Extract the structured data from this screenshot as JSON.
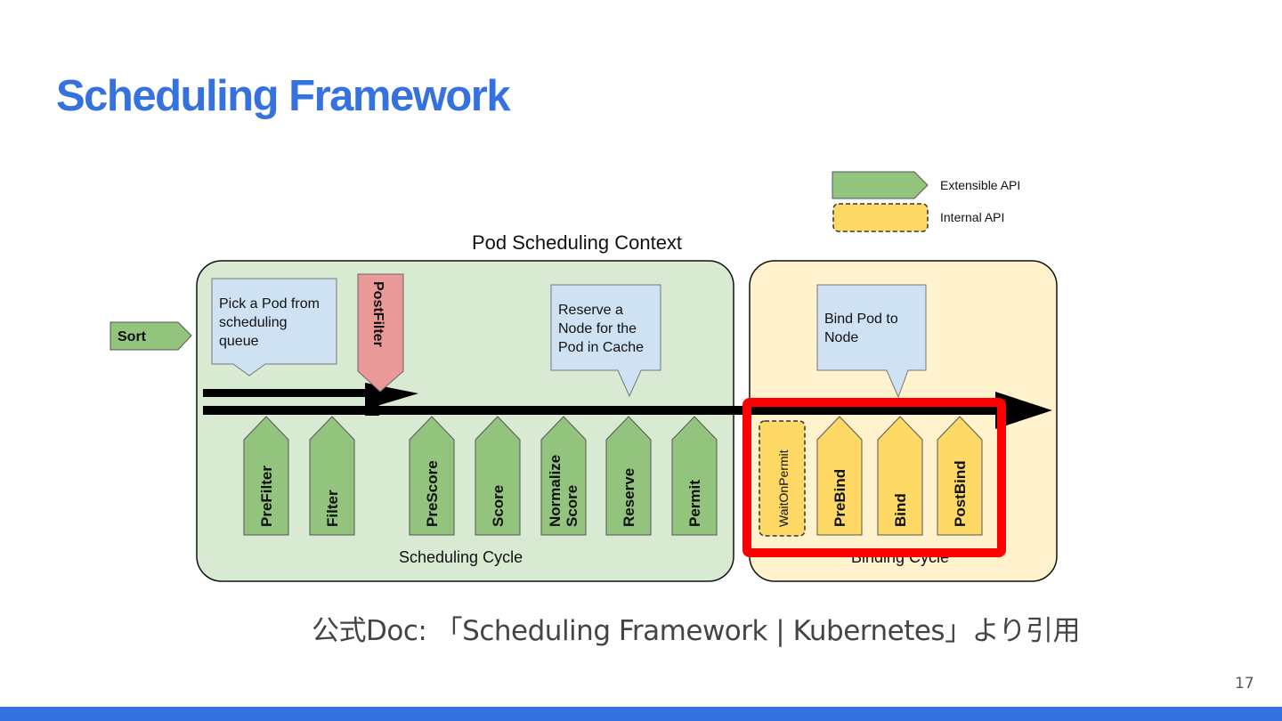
{
  "slide": {
    "title": "Scheduling Framework",
    "caption": "公式Doc: 「Scheduling Framework | Kubernetes」より引用",
    "page_number": "17",
    "accent_color": "#3572e0"
  },
  "diagram": {
    "context_title": "Pod Scheduling Context",
    "legend": {
      "extensible": "Extensible API",
      "internal": "Internal API"
    },
    "sort_label": "Sort",
    "scheduling_cycle": {
      "label": "Scheduling Cycle",
      "callout_pick": [
        "Pick a Pod from",
        "scheduling",
        "queue"
      ],
      "callout_reserve": [
        "Reserve a",
        "Node for the",
        "Pod in Cache"
      ],
      "post_filter": "PostFilter",
      "plugins": [
        "PreFilter",
        "Filter",
        "PreScore",
        "Score",
        "Normalize",
        "Score",
        "Reserve",
        "Permit"
      ]
    },
    "binding_cycle": {
      "label": "Binding Cycle",
      "callout_bind": [
        "Bind Pod to",
        "Node"
      ],
      "wait_on_permit": "WaitOnPermit",
      "plugins": [
        "PreBind",
        "Bind",
        "PostBind"
      ]
    },
    "colors": {
      "extensible_fill": "#93c47d",
      "internal_fill": "#ffd966",
      "scheduling_bg": "#d9ead3",
      "binding_bg": "#fff2cc",
      "callout_fill": "#cfe2f3",
      "postfilter_fill": "#ea9999",
      "highlight": "#ff0000"
    }
  }
}
